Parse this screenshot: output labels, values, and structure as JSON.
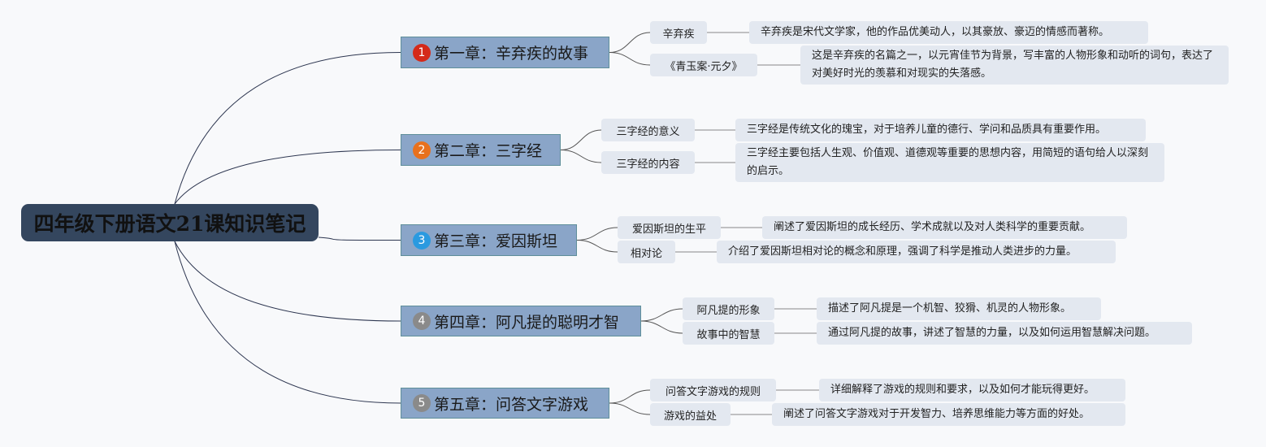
{
  "root": "四年级下册语文21课知识笔记",
  "chapters": [
    {
      "num": "1",
      "color": "#d42a1a",
      "title": "第一章：辛弃疾的故事",
      "subs": [
        {
          "label": "辛弃疾",
          "detail": "辛弃疾是宋代文学家，他的作品优美动人，以其豪放、豪迈的情感而著称。"
        },
        {
          "label": "《青玉案·元夕》",
          "detail": "这是辛弃疾的名篇之一，以元宵佳节为背景，写丰富的人物形象和动听的词句，表达了对美好时光的羡慕和对现实的失落感。"
        }
      ]
    },
    {
      "num": "2",
      "color": "#e8711d",
      "title": "第二章：三字经",
      "subs": [
        {
          "label": "三字经的意义",
          "detail": "三字经是传统文化的瑰宝，对于培养儿童的德行、学问和品质具有重要作用。"
        },
        {
          "label": "三字经的内容",
          "detail": "三字经主要包括人生观、价值观、道德观等重要的思想内容，用简短的语句给人以深刻的启示。"
        }
      ]
    },
    {
      "num": "3",
      "color": "#2a9ae0",
      "title": "第三章：爱因斯坦",
      "subs": [
        {
          "label": "爱因斯坦的生平",
          "detail": "阐述了爱因斯坦的成长经历、学术成就以及对人类科学的重要贡献。"
        },
        {
          "label": "相对论",
          "detail": "介绍了爱因斯坦相对论的概念和原理，强调了科学是推动人类进步的力量。"
        }
      ]
    },
    {
      "num": "4",
      "color": "#8a8a8a",
      "title": "第四章：阿凡提的聪明才智",
      "subs": [
        {
          "label": "阿凡提的形象",
          "detail": "描述了阿凡提是一个机智、狡猾、机灵的人物形象。"
        },
        {
          "label": "故事中的智慧",
          "detail": "通过阿凡提的故事，讲述了智慧的力量，以及如何运用智慧解决问题。"
        }
      ]
    },
    {
      "num": "5",
      "color": "#8a8a8a",
      "title": "第五章：问答文字游戏",
      "subs": [
        {
          "label": "问答文字游戏的规则",
          "detail": "详细解释了游戏的规则和要求，以及如何才能玩得更好。"
        },
        {
          "label": "游戏的益处",
          "detail": "阐述了问答文字游戏对于开发智力、培养思维能力等方面的好处。"
        }
      ]
    }
  ]
}
